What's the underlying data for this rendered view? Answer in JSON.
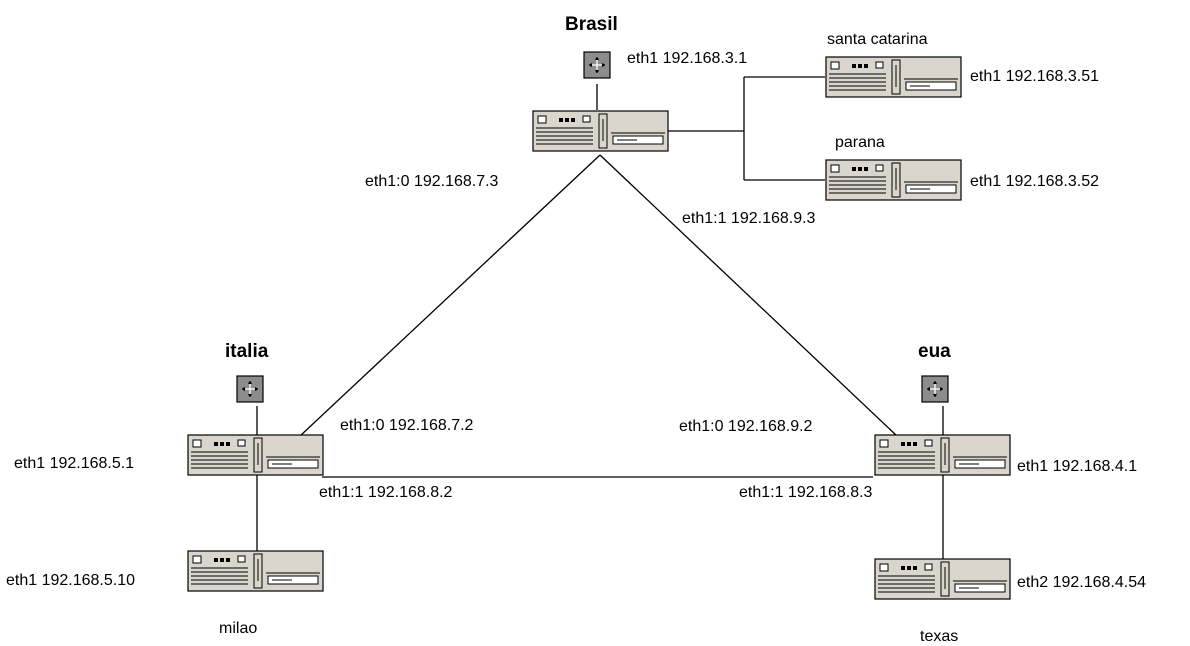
{
  "nodes": {
    "brasil": {
      "name": "Brasil",
      "router_ip": "eth1 192.168.3.1",
      "alias_7": "eth1:0 192.168.7.3",
      "alias_9": "eth1:1 192.168.9.3"
    },
    "italia": {
      "name": "italia",
      "eth1": "eth1 192.168.5.1",
      "alias_7": "eth1:0 192.168.7.2",
      "alias_8": "eth1:1 192.168.8.2"
    },
    "eua": {
      "name": "eua",
      "eth1": "eth1 192.168.4.1",
      "alias_9": "eth1:0 192.168.9.2",
      "alias_8": "eth1:1 192.168.8.3"
    },
    "santa_catarina": {
      "name": "santa catarina",
      "ip": "eth1 192.168.3.51"
    },
    "parana": {
      "name": "parana",
      "ip": "eth1 192.168.3.52"
    },
    "milao": {
      "name": "milao",
      "ip": "eth1 192.168.5.10"
    },
    "texas": {
      "name": "texas",
      "ip": "eth2 192.168.4.54"
    }
  },
  "icons": {
    "server": "server-icon",
    "router": "router-icon"
  }
}
